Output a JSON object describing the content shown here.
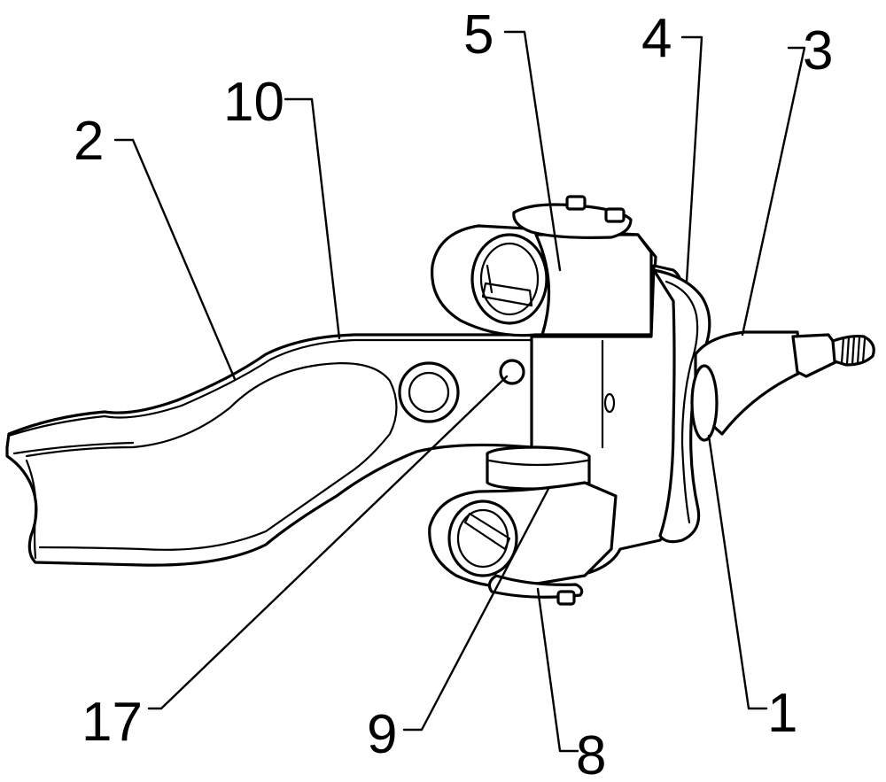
{
  "diagram": {
    "labels": [
      {
        "id": "1",
        "text": "1"
      },
      {
        "id": "2",
        "text": "2"
      },
      {
        "id": "3",
        "text": "3"
      },
      {
        "id": "4",
        "text": "4"
      },
      {
        "id": "5",
        "text": "5"
      },
      {
        "id": "8",
        "text": "8"
      },
      {
        "id": "9",
        "text": "9"
      },
      {
        "id": "10",
        "text": "10"
      },
      {
        "id": "17",
        "text": "17"
      }
    ]
  },
  "colors": {
    "line": "#000000",
    "background": "#ffffff"
  }
}
